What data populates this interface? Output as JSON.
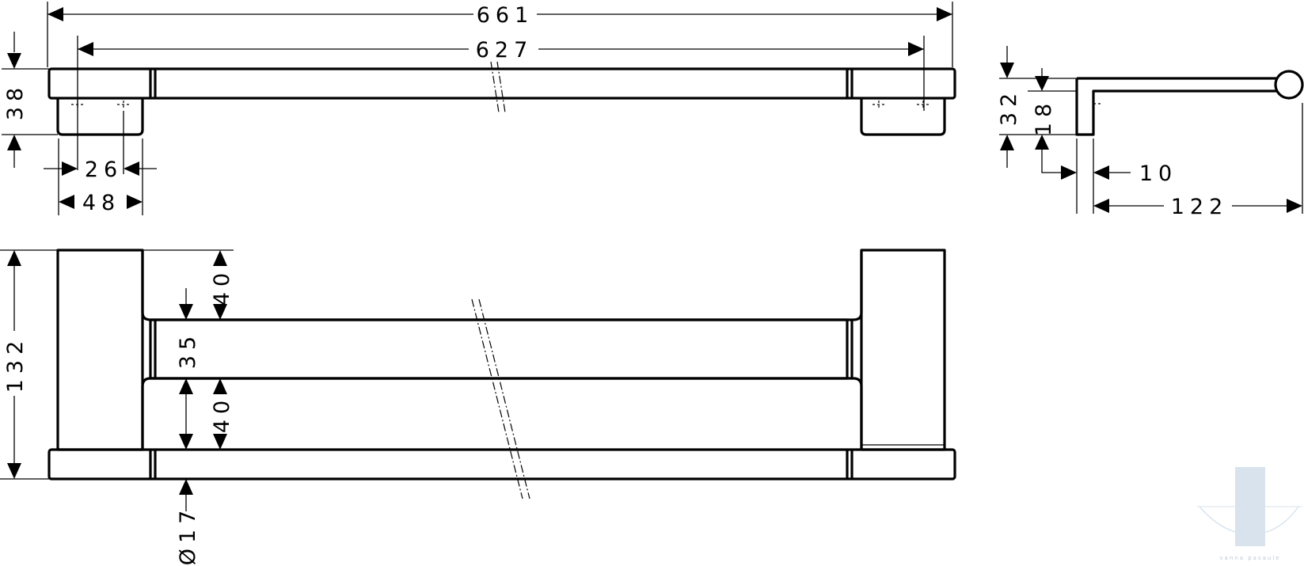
{
  "dimensions": {
    "overall_length": "661",
    "mounting_distance": "627",
    "bracket_height_top": "38",
    "hole_spacing": "26",
    "bracket_width": "48",
    "side_height": "32",
    "side_inner": "18",
    "side_wall_gap": "10",
    "side_depth": "122",
    "front_height": "132",
    "top_gap": "40",
    "middle_bar": "35",
    "bottom_gap": "40",
    "bar_diameter": "Ø17"
  },
  "watermark": {
    "text": "vanna pasaule"
  },
  "colors": {
    "line": "#000000",
    "background": "#ffffff",
    "watermark": "#c9d8e6"
  }
}
